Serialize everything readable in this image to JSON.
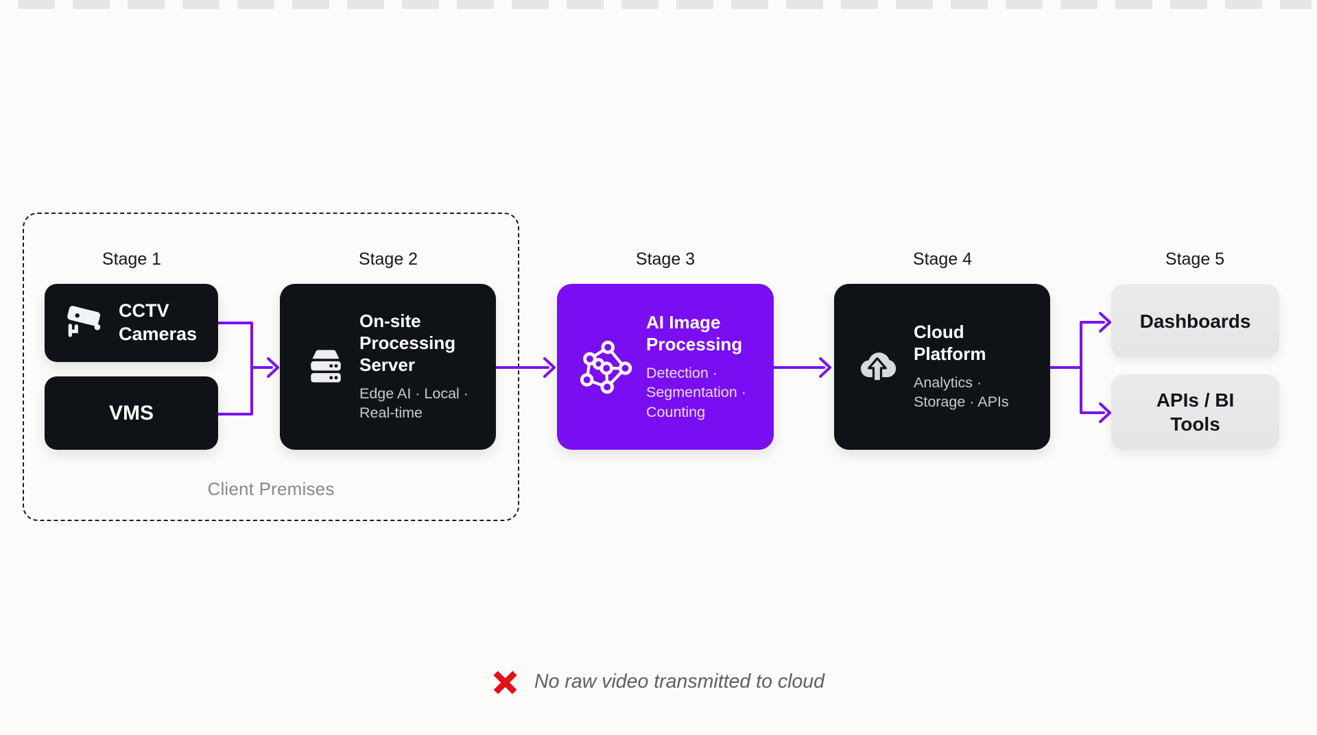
{
  "container": {
    "label": "Client Premises"
  },
  "stages": [
    {
      "label": "Stage 1",
      "nodes": [
        {
          "title": "CCTV\nCameras",
          "icon": "cctv-camera-icon"
        },
        {
          "title": "VMS"
        }
      ]
    },
    {
      "label": "Stage 2",
      "nodes": [
        {
          "title": "On-site\nProcessing\nServer",
          "subtitle": "Edge AI · Local ·\nReal-time",
          "icon": "server-rack-icon"
        }
      ]
    },
    {
      "label": "Stage 3",
      "nodes": [
        {
          "title": "AI Image\nProcessing",
          "subtitle": "Detection ·\nSegmentation ·\nCounting",
          "icon": "neural-network-icon"
        }
      ]
    },
    {
      "label": "Stage 4",
      "nodes": [
        {
          "title": "Cloud\nPlatform",
          "subtitle": "Analytics ·\nStorage · APIs",
          "icon": "cloud-upload-icon"
        }
      ]
    },
    {
      "label": "Stage 5",
      "nodes": [
        {
          "title": "Dashboards"
        },
        {
          "title": "APIs / BI\nTools"
        }
      ]
    }
  ],
  "footnote": {
    "icon": "red-x-icon",
    "text": "No raw video transmitted to cloud"
  },
  "colors": {
    "background": "#fbfbf9",
    "box_dark": "#0f1317",
    "box_purple": "#7a0ef2",
    "connector_purple": "#7a12ef",
    "stage5_box": "#e8e8ea",
    "note_red": "#e41118",
    "subtitle_gray": "#c7cbd1",
    "premises_label_gray": "#85888e"
  }
}
